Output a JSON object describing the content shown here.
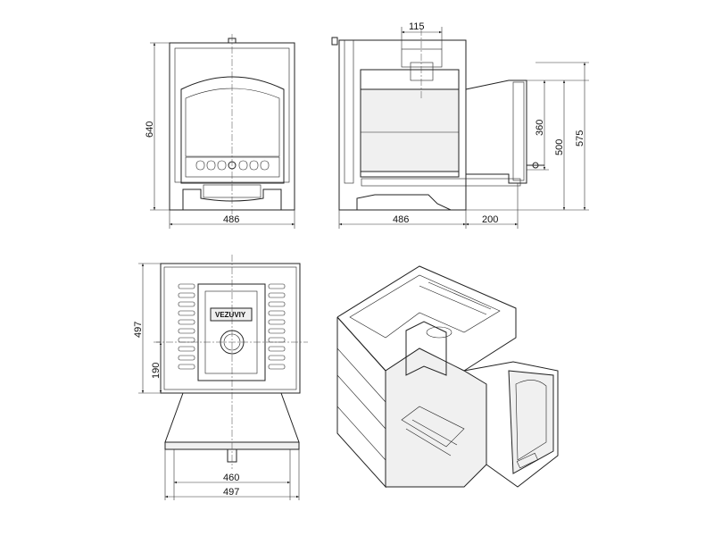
{
  "title": "Stove dimension drawing",
  "brand_logo": "VEZUVIY",
  "front_view": {
    "height": "640",
    "width": "486"
  },
  "side_view": {
    "flue": "115",
    "depth": "486",
    "door_projection": "200",
    "dim_a": "360",
    "dim_b": "500",
    "dim_c": "575"
  },
  "top_view": {
    "depth": "497",
    "flue_offset": "190",
    "door_width": "460",
    "width": "497"
  }
}
